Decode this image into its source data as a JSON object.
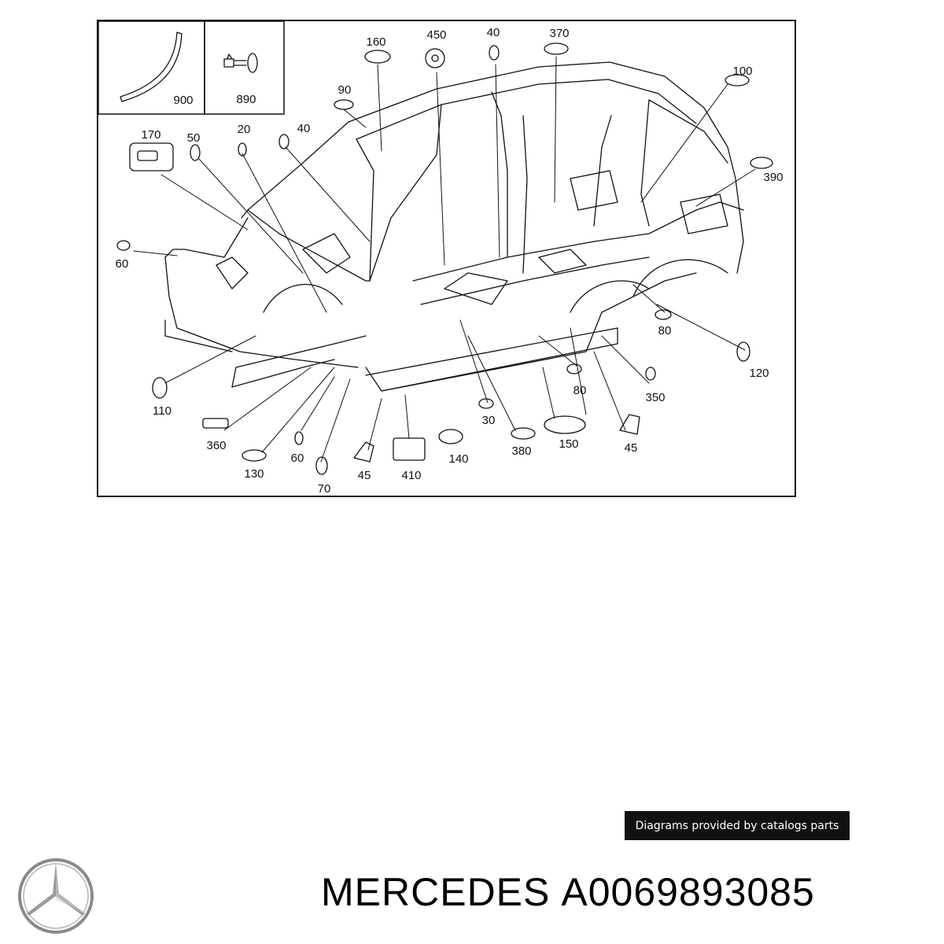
{
  "diagram": {
    "callouts": [
      "900",
      "890",
      "160",
      "450",
      "40",
      "370",
      "100",
      "90",
      "170",
      "50",
      "20",
      "40",
      "390",
      "60",
      "80",
      "120",
      "110",
      "80",
      "350",
      "30",
      "360",
      "60",
      "130",
      "70",
      "45",
      "410",
      "140",
      "380",
      "150",
      "45"
    ]
  },
  "caption": "Diagrams provided by catalogs parts",
  "footer": {
    "brand": "MERCEDES",
    "part_number": "A0069893085"
  },
  "colors": {
    "line": "#111111",
    "caption_bg": "#111111",
    "caption_text": "#ffffff",
    "logo": "#8a8a8a"
  },
  "icons": {
    "logo": "mercedes-star-icon"
  }
}
